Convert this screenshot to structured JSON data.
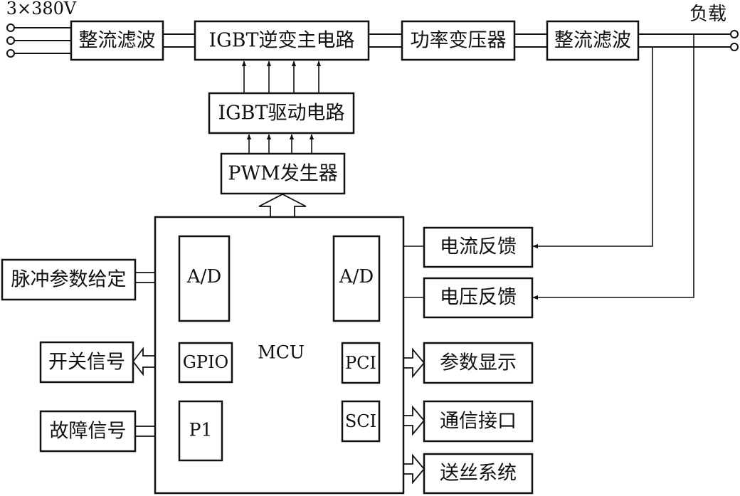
{
  "supply_label": "3×380V",
  "load_label": "负载",
  "blocks": {
    "rectifier_in": "整流滤波",
    "inverter": "IGBT逆变主电路",
    "transformer": "功率变压器",
    "rectifier_out": "整流滤波",
    "driver": "IGBT驱动电路",
    "pwm": "PWM发生器",
    "current_fb": "电流反馈",
    "voltage_fb": "电压反馈",
    "pulse_param": "脉冲参数给定",
    "switch_sig": "开关信号",
    "fault_sig": "故障信号",
    "param_display": "参数显示",
    "comm_interface": "通信接口",
    "wire_feed": "送丝系统"
  },
  "mcu": {
    "label": "MCU",
    "ad_left": "A/D",
    "ad_right": "A/D",
    "gpio": "GPIO",
    "p1": "P1",
    "pci": "PCI",
    "sci": "SCI"
  }
}
